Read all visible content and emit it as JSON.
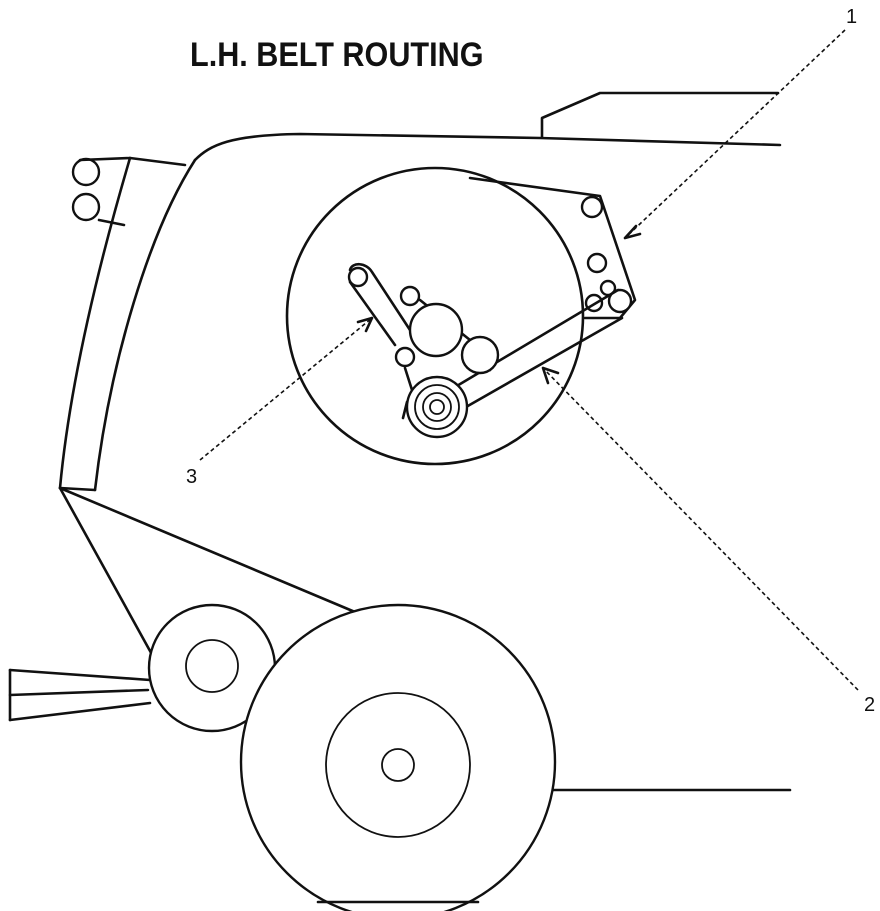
{
  "title": "L.H. BELT ROUTING",
  "callouts": [
    {
      "id": "1",
      "label": "1"
    },
    {
      "id": "2",
      "label": "2"
    },
    {
      "id": "3",
      "label": "3"
    }
  ],
  "colors": {
    "line": "#111111",
    "background": "#ffffff"
  }
}
